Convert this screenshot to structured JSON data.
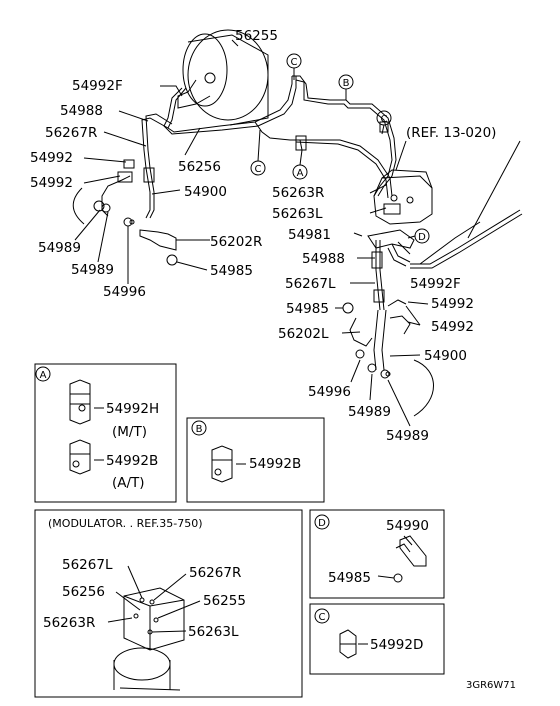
{
  "labels": {
    "56255": "56255",
    "54992F_top": "54992F",
    "54988_top": "54988",
    "56267R_top": "56267R",
    "54992_a": "54992",
    "54992_b": "54992",
    "56256_top": "56256",
    "54900_left": "54900",
    "54989_a": "54989",
    "54989_b": "54989",
    "54996_left": "54996",
    "56202R": "56202R",
    "54985_left": "54985",
    "56263R_top": "56263R",
    "56263L_top": "56263L",
    "54981": "54981",
    "54988_right": "54988",
    "56267L_right": "56267L",
    "54992F_right": "54992F",
    "54985_right": "54985",
    "54992_right1": "54992",
    "56202L": "56202L",
    "54992_right2": "54992",
    "54900_right": "54900",
    "54996_right": "54996",
    "54989_c": "54989",
    "54989_d": "54989"
  },
  "ref": "(REF. 13-020)",
  "callouts": {
    "A": "A",
    "B": "B",
    "C": "C",
    "D": "D"
  },
  "inset_a": {
    "letter": "A",
    "part1": "54992H",
    "note1": "(M/T)",
    "part2": "54992B",
    "note2": "(A/T)"
  },
  "inset_b": {
    "letter": "B",
    "part": "54992B"
  },
  "inset_mod": {
    "title": "(MODULATOR. . REF.35-750)",
    "l1": "56267L",
    "l2": "56267R",
    "l3": "56256",
    "l4": "56255",
    "l5": "56263R",
    "l6": "56263L"
  },
  "inset_d": {
    "letter": "D",
    "part1": "54990",
    "part2": "54985"
  },
  "inset_c": {
    "letter": "C",
    "part": "54992D"
  },
  "code": "3GR6W71"
}
